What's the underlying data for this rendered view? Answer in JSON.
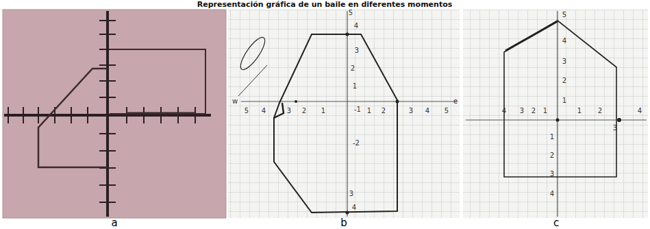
{
  "diagram": {
    "title": "Representación gráfica de un baile en diferentes momentos",
    "labels": [
      "a",
      "b",
      "c",
      "5",
      "4",
      "3",
      "2",
      "1",
      "-1",
      "-2",
      "3",
      "4",
      "w",
      "5",
      "4",
      "3",
      "2",
      "1",
      "1",
      "2",
      "3",
      "4",
      "5",
      "e",
      "5",
      "4",
      "3",
      "2",
      "1",
      "1",
      "2",
      "3",
      "4",
      "4",
      "3",
      "2",
      "1",
      "1",
      "2",
      "3",
      "4"
    ]
  }
}
